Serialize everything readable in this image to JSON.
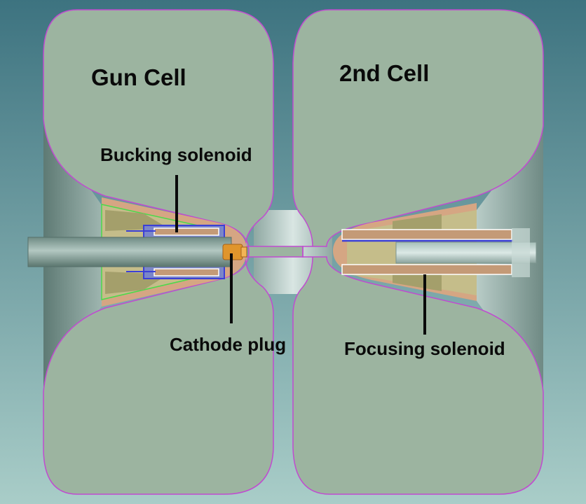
{
  "labels": {
    "gun_cell": "Gun Cell",
    "second_cell": "2nd Cell",
    "bucking_solenoid": "Bucking solenoid",
    "cathode_plug": "Cathode plug",
    "focusing_solenoid": "Focusing solenoid"
  },
  "colors": {
    "background_top": "#3d7380",
    "background_bottom": "#a9cdc8",
    "cavity_fill": "#9cb4a0",
    "cavity_outline": "#c04bd0",
    "copper": "#d5a683",
    "yoke": "#c5bd8a",
    "yoke_shade": "#a49f6b",
    "coil": "#c49a77",
    "coil_wire": "#3b3fd6",
    "green_edge": "#4bd94b",
    "cathode": "#e0952c",
    "leader": "#0a0a0a"
  }
}
